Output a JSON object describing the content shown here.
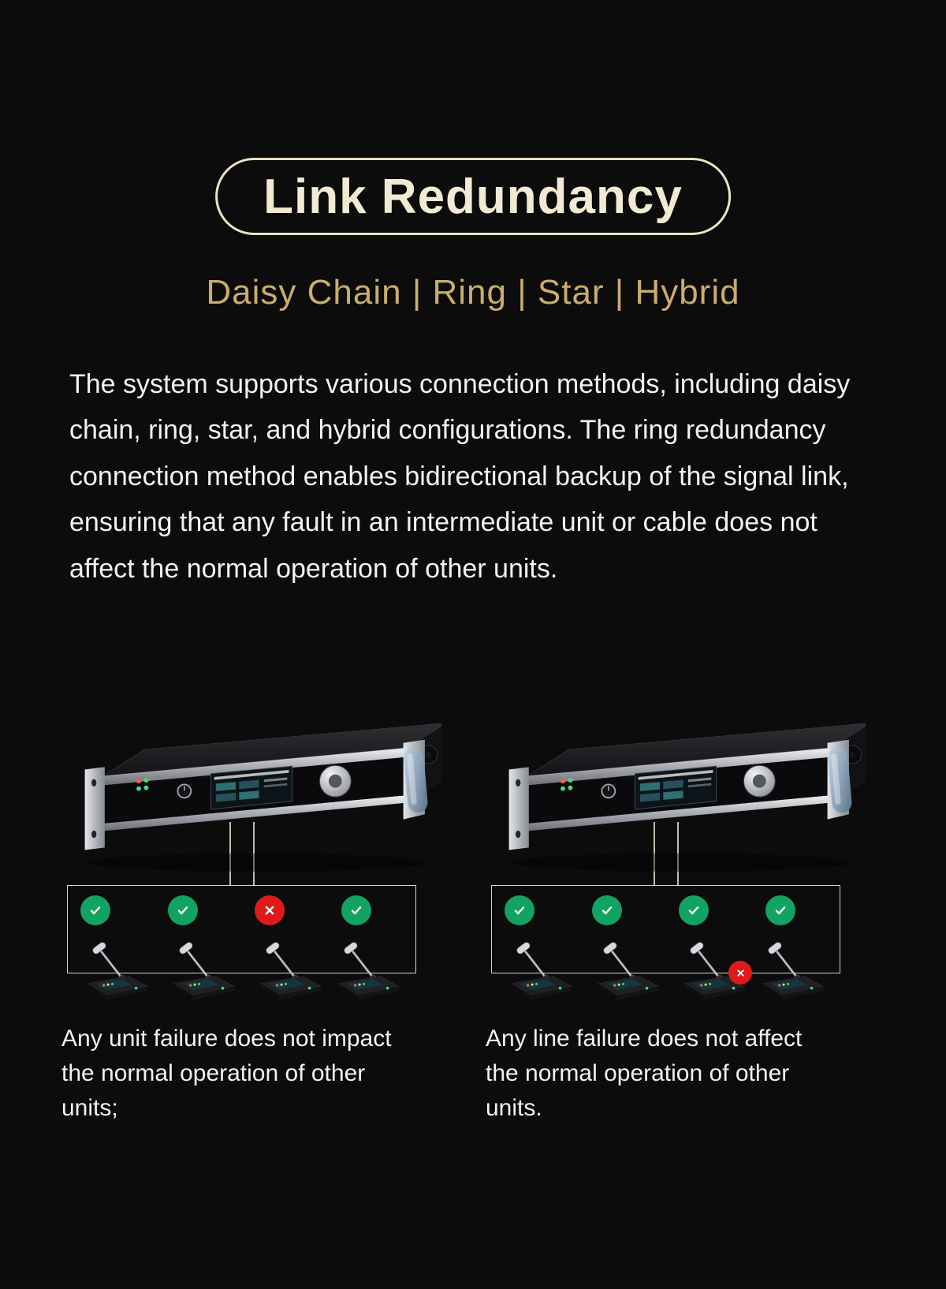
{
  "header": {
    "title": "Link Redundancy",
    "subtitle": "Daisy Chain | Ring | Star | Hybrid"
  },
  "description": "The system supports various connection methods, including daisy chain, ring, star, and hybrid configurations. The ring redundancy connection method enables bidirectional backup of the signal link, ensuring that any fault in an intermediate unit or cable does not affect the normal operation of other units.",
  "diagrams": [
    {
      "id": "unit-failure",
      "unit_statuses": [
        "ok",
        "ok",
        "fail",
        "ok"
      ],
      "line_failure_after_unit": null,
      "caption": "Any unit failure does not impact the normal operation of other units;"
    },
    {
      "id": "line-failure",
      "unit_statuses": [
        "ok",
        "ok",
        "ok",
        "ok"
      ],
      "line_failure_after_unit": 3,
      "caption": "Any line failure does not affect the normal operation of other units."
    }
  ],
  "icons": {
    "ok": "check-icon",
    "fail": "cross-icon"
  },
  "colors": {
    "background": "#0c0c0c",
    "title_text": "#f2ead2",
    "pill_border": "#ece2c4",
    "accent_gold": "#c9ad6b",
    "body_text": "#f2f2f2",
    "diagram_line": "#d9d2bd",
    "status_ok": "#12a262",
    "status_fail": "#e01a1a"
  }
}
